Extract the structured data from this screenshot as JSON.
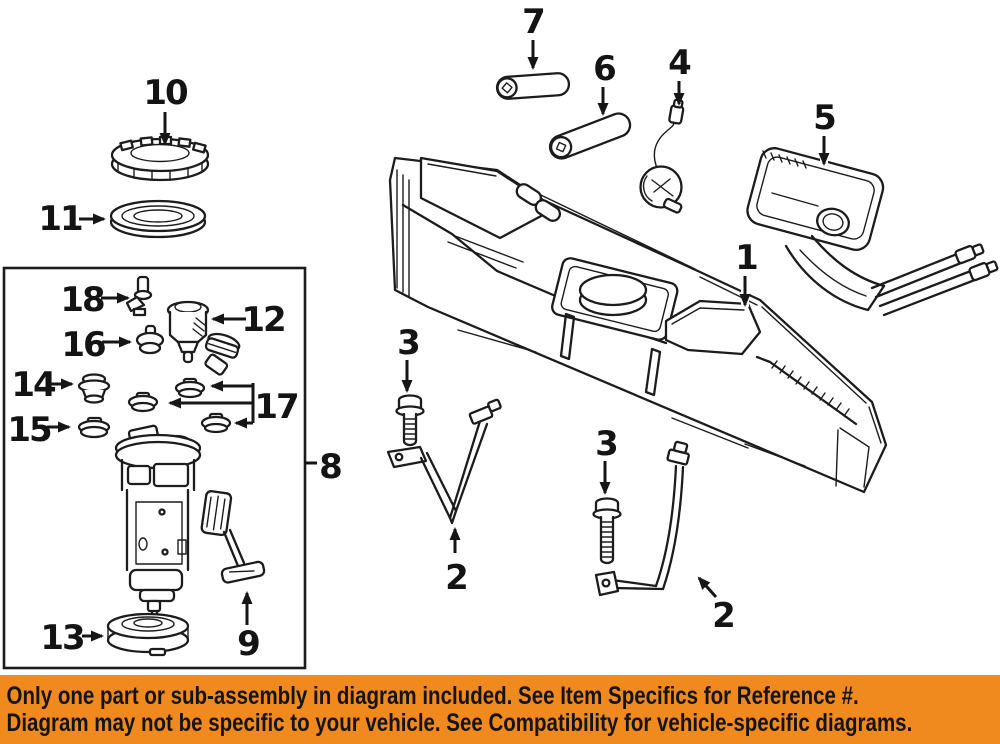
{
  "colors": {
    "line": "#1c1c1c",
    "banner_background": "#F0891E",
    "banner_text": "#141414",
    "page_background": "#FFFFFF"
  },
  "diagram": {
    "kind": "exploded-parts-line-drawing",
    "callouts": [
      {
        "label": "10"
      },
      {
        "label": "11"
      },
      {
        "label": "18"
      },
      {
        "label": "12"
      },
      {
        "label": "16"
      },
      {
        "label": "14"
      },
      {
        "label": "15"
      },
      {
        "label": "17"
      },
      {
        "label": "8"
      },
      {
        "label": "13"
      },
      {
        "label": "9"
      },
      {
        "label": "7"
      },
      {
        "label": "6"
      },
      {
        "label": "4"
      },
      {
        "label": "5"
      },
      {
        "label": "1"
      },
      {
        "label": "3"
      },
      {
        "label": "2"
      },
      {
        "label": "3"
      },
      {
        "label": "2"
      }
    ]
  },
  "banner": {
    "line1": "Only one part or sub-assembly in diagram included. See Item Specifics for Reference #.",
    "line2": "Diagram may not be specific to your vehicle. See Compatibility for vehicle-specific diagrams."
  }
}
